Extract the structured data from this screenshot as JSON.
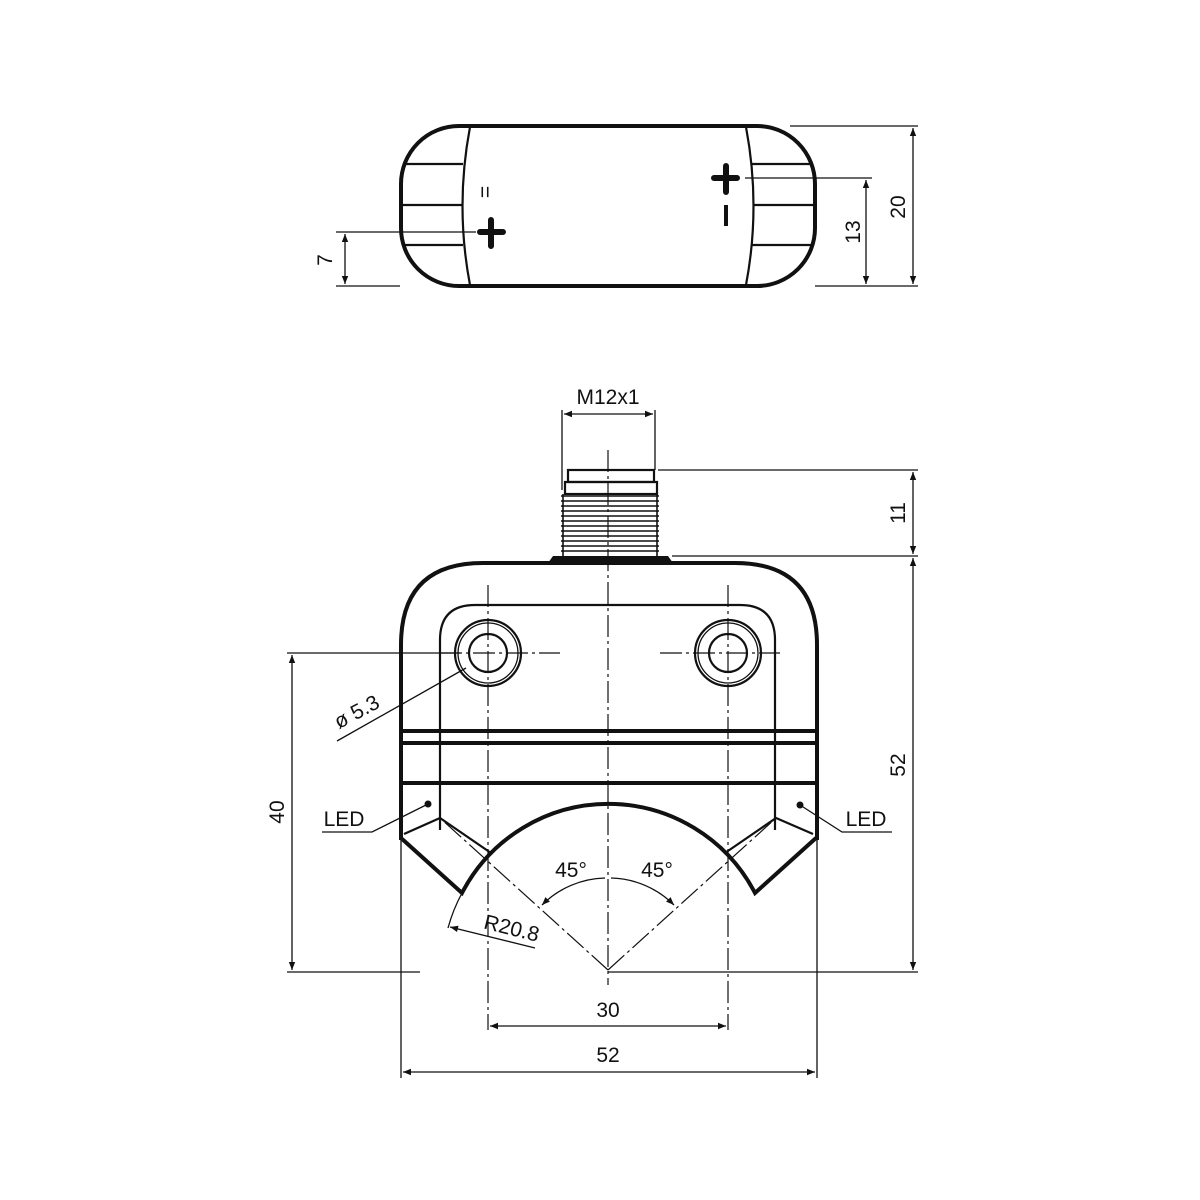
{
  "top_view": {
    "dim_7": "7",
    "dim_13": "13",
    "dim_20": "20",
    "symbols": [
      "=",
      "+",
      "+",
      "-"
    ]
  },
  "front_view": {
    "thread_label": "M12x1",
    "dim_11": "11",
    "dim_52_height": "52",
    "dim_40": "40",
    "hole_diameter": "ø 5.3",
    "led_left": "LED",
    "led_right": "LED",
    "angle_left": "45°",
    "angle_right": "45°",
    "radius": "R20.8",
    "dim_30": "30",
    "dim_52_width": "52"
  },
  "colors": {
    "line": "#111111",
    "background": "#ffffff"
  }
}
